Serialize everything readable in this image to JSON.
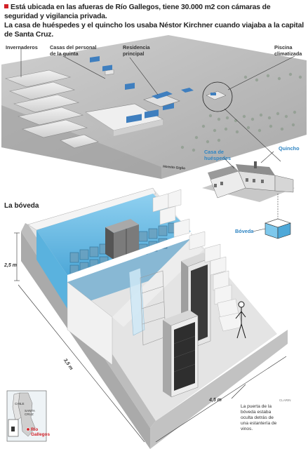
{
  "intro": {
    "line1": "Está ubicada en las afueras de Río Gallegos, tiene 30.000 m2 con cámaras de seguridad y vigilancia privada.",
    "line2": "La casa de huéspedes y el quincho los usaba Néstor Kirchner cuando viajaba a la capital de Santa Cruz."
  },
  "aerial": {
    "labels": {
      "invernaderos": "Invernaderos",
      "casas_1": "Casas del personal",
      "casas_2": "de la quinta",
      "residencia_1": "Residencia",
      "residencia_2": "principal",
      "piscina_1": "Piscina",
      "piscina_2": "climatizada",
      "street": "Hornito Giglio"
    }
  },
  "house_inset": {
    "casa_1": "Casa de",
    "casa_2": "huéspedes",
    "quincho": "Quincho",
    "boveda": "Bóveda"
  },
  "vault": {
    "title": "La bóveda",
    "dim_height": "2,5 m",
    "dim_length": "3,5 m",
    "dim_width": "4,5 m",
    "note": [
      "La puerta de la",
      "bóveda estaba",
      "oculta detrás de",
      "una estantería de",
      "vinos."
    ]
  },
  "map": {
    "chile": "CHILE",
    "santa_cruz_1": "SANTA",
    "santa_cruz_2": "CRUZ",
    "rio_1": "Río",
    "rio_2": "Gallegos"
  },
  "credit": "CLARIN",
  "colors": {
    "accent_red": "#d21f26",
    "label_blue": "#2f85c3",
    "vault_blue": "#7ec8ec"
  },
  "icons": [
    "location-marker-icon"
  ]
}
